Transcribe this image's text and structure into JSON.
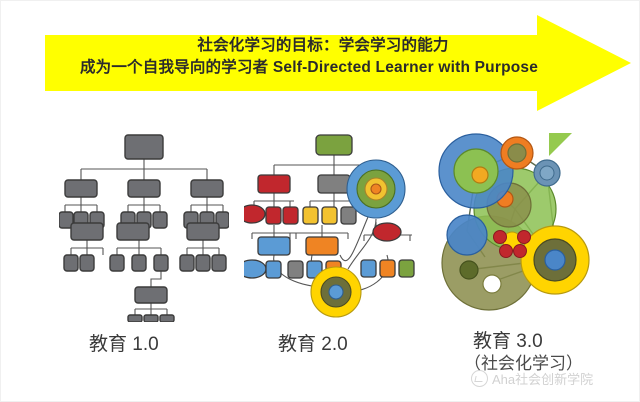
{
  "banner": {
    "shape": "right-arrow-banner",
    "fill_color": "#FFFF00",
    "line1": "社会化学习的目标：学会学习的能力",
    "line2": "成为一个自我导向的学习者 Self-Directed Learner with Purpose"
  },
  "decoration": {
    "green_triangle_color": "#8CC63F"
  },
  "diagrams": [
    {
      "id": "education-1",
      "style": "hierarchy-tree",
      "node_color": "#6e6f73",
      "stroke_color": "#3a3a3a",
      "description": "灰色层级树状结构图"
    },
    {
      "id": "education-2",
      "style": "colored-tree-with-hubs",
      "palette": [
        "#c1272d",
        "#7f7f7f",
        "#f2c230",
        "#5b9bd5",
        "#ef8423",
        "#7ba23f",
        "#ffd400"
      ],
      "description": "彩色层级结构图，含同心圆节点"
    },
    {
      "id": "education-3",
      "style": "network-of-circles",
      "palette": [
        "#4a86c8",
        "#8cc152",
        "#f2a922",
        "#ef7d22",
        "#8a8c4a",
        "#ffd400",
        "#c1272d"
      ],
      "description": "社会化网络，重叠半透明圆形节点"
    }
  ],
  "captions": {
    "edu1": "教育 1.0",
    "edu2": "教育 2.0",
    "edu3": "教育 3.0",
    "edu3_sub": "（社会化学习）"
  },
  "watermark": {
    "icon": "wechat-logo-icon",
    "text": "Aha社会创新学院"
  }
}
